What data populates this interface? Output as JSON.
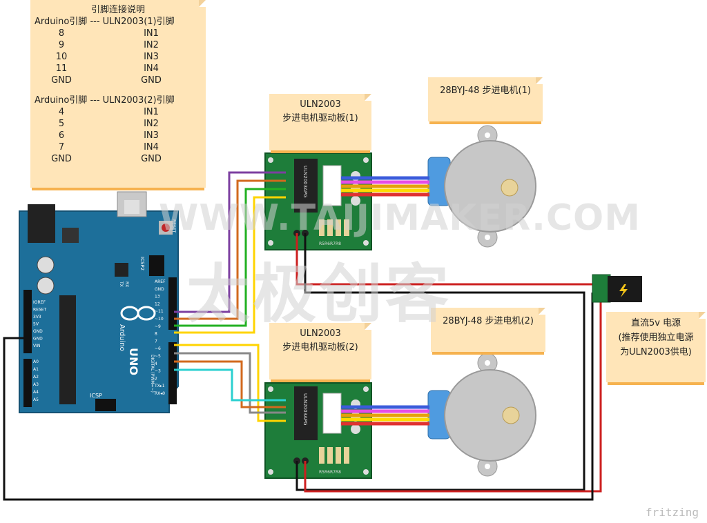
{
  "pin_note": {
    "title": "引脚连接说明",
    "header1": "Arduino引脚  ---  ULN2003(1)引脚",
    "rows1": [
      {
        "a": "8",
        "b": "IN1"
      },
      {
        "a": "9",
        "b": "IN2"
      },
      {
        "a": "10",
        "b": "IN3"
      },
      {
        "a": "11",
        "b": "IN4"
      },
      {
        "a": "GND",
        "b": "GND"
      }
    ],
    "header2": "Arduino引脚  ---  ULN2003(2)引脚",
    "rows2": [
      {
        "a": "4",
        "b": "IN1"
      },
      {
        "a": "5",
        "b": "IN2"
      },
      {
        "a": "6",
        "b": "IN3"
      },
      {
        "a": "7",
        "b": "IN4"
      },
      {
        "a": "GND",
        "b": "GND"
      }
    ]
  },
  "driver1_label": [
    "ULN2003",
    "步进电机驱动板(1)"
  ],
  "driver2_label": [
    "ULN2003",
    "步进电机驱动板(2)"
  ],
  "motor1_label": "28BYJ-48 步进电机(1)",
  "motor2_label": "28BYJ-48 步进电机(2)",
  "power_label": [
    "直流5v 电源",
    "(推荐使用独立电源",
    "为ULN2003供电)"
  ],
  "watermark_en": "WWW.TAIJIMAKER.COM",
  "watermark_cn": "太极创客",
  "fritzing": "fritzing",
  "board": {
    "arduino_text": "Arduino",
    "uno_text": "UNO",
    "icsp_text": "ICSP",
    "icsp2_text": "ICSP2",
    "reset_text": "RESET",
    "digital_text": "DIGITAL (PWM=~)",
    "tx_text": "TX",
    "rx_text": "RX",
    "power_header": [
      "IOREF",
      "RESET",
      "3V3",
      "5V",
      "GND",
      "GND",
      "VIN"
    ],
    "analog_header": [
      "A0",
      "A1",
      "A2",
      "A3",
      "A4",
      "A5"
    ],
    "digital_header": [
      "AREF",
      "GND",
      "13",
      "12",
      "~11",
      "~10",
      "~9",
      "8",
      "7",
      "~6",
      "~5",
      "4",
      "~3",
      "2",
      "TX▸1",
      "RX◂0"
    ]
  },
  "driver_chip_text": "ULN2003APG",
  "driver_res_text": "R5R6R7R8",
  "colors": {
    "note_bg": "#ffe5b8",
    "note_shadow": "#f6b24f",
    "arduino": "#1d6f9a",
    "driver_pcb": "#1e7d3a",
    "motor_body": "#c7c7c7",
    "motor_cap": "#4f9be0",
    "wire_red": "#cc1f1f",
    "wire_black": "#111111"
  },
  "icons": [
    "lightning-bolt-icon"
  ]
}
